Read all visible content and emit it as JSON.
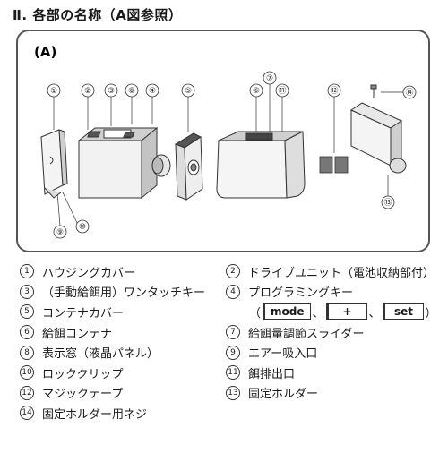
{
  "heading": "Ⅱ. 各部の名称（A図参照）",
  "figure": {
    "label": "(A)",
    "callouts": [
      "①",
      "②",
      "③",
      "⑧",
      "④",
      "⑤",
      "⑥",
      "⑦",
      "⑪",
      "⑫",
      "⑭",
      "⑬",
      "⑨",
      "⑩"
    ]
  },
  "parts_left": [
    {
      "num": "1",
      "text": "ハウジングカバー"
    },
    {
      "num": "3",
      "text": "（手動給餌用）ワンタッチキー"
    },
    {
      "num": "5",
      "text": "コンテナカバー"
    },
    {
      "num": "6",
      "text": "給餌コンテナ"
    },
    {
      "num": "8",
      "text": "表示窓（液晶パネル）"
    },
    {
      "num": "10",
      "text": "ロッククリップ"
    },
    {
      "num": "12",
      "text": "マジックテープ"
    },
    {
      "num": "14",
      "text": "固定ホルダー用ネジ"
    }
  ],
  "parts_right": [
    {
      "num": "2",
      "text": "ドライブユニット（電池収納部付）"
    },
    {
      "num": "4",
      "text": "プログラミングキー"
    },
    {
      "num": "7",
      "text": "給餌量調節スライダー"
    },
    {
      "num": "9",
      "text": "エアー吸入口"
    },
    {
      "num": "11",
      "text": "餌排出口"
    },
    {
      "num": "13",
      "text": "固定ホルダー"
    }
  ],
  "keys": {
    "open": "（",
    "mode": "mode",
    "sep1": "、",
    "plus": "+",
    "sep2": "、",
    "set": "set",
    "close": "）"
  }
}
